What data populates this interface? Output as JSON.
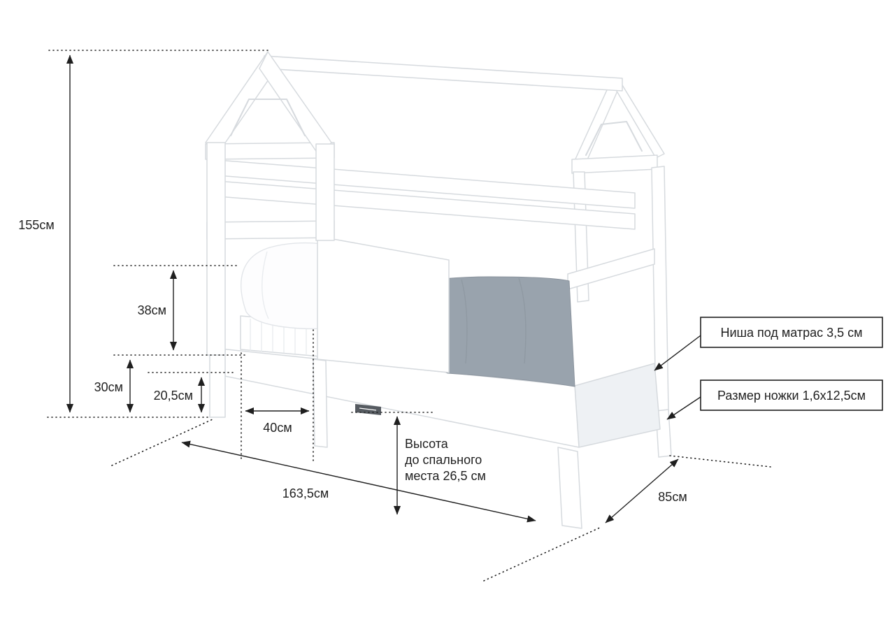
{
  "colors": {
    "line": "#1f1f1f",
    "text": "#1f1f1f",
    "bed-stroke": "#d6dade",
    "bed-fill": "#ffffff",
    "bed-shade": "#eef1f4",
    "blanket": "#99a3ad",
    "blanket-dark": "#8a939d"
  },
  "dimensions": {
    "total_height": "155см",
    "rail_height": "38см",
    "base_height": "30см",
    "clearance": "20,5см",
    "entry_width": "40см",
    "length": "163,5см",
    "depth": "85см",
    "sleep_height": [
      "Высота",
      "до спального",
      "места 26,5 см"
    ]
  },
  "callouts": {
    "mattress_niche": "Ниша под матрас 3,5 см",
    "leg_size": "Размер ножки 1,6х12,5см"
  }
}
